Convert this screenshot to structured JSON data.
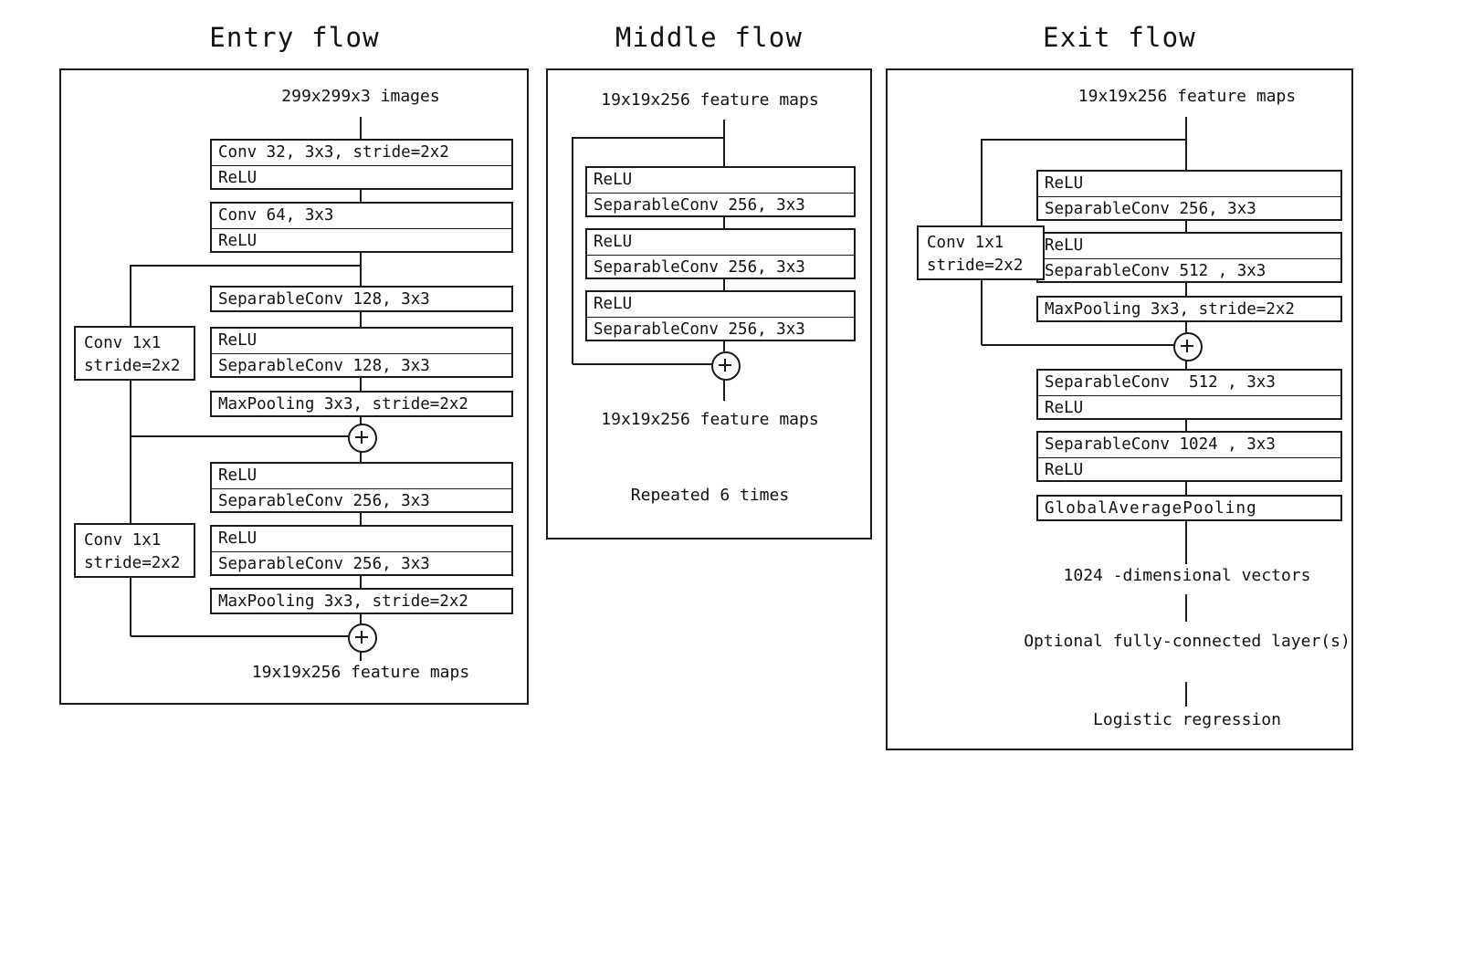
{
  "figure": {
    "type": "neural-network-architecture-diagram",
    "title": "Xception architecture"
  },
  "flows": [
    {
      "id": "entry",
      "title": "Entry flow",
      "input_label": "299x299x3 images",
      "output_label": "19x19x256 feature maps",
      "blocks": [
        {
          "id": "conv32",
          "rows": [
            "Conv 32, 3x3, stride=2x2",
            "ReLU"
          ]
        },
        {
          "id": "conv64",
          "rows": [
            "Conv 64, 3x3",
            "ReLU"
          ]
        },
        {
          "id": "sep128a",
          "rows": [
            "SeparableConv 128, 3x3"
          ]
        },
        {
          "id": "sep128b",
          "rows": [
            "ReLU",
            "SeparableConv 128, 3x3"
          ]
        },
        {
          "id": "maxpool1",
          "rows": [
            "MaxPooling 3x3, stride=2x2"
          ]
        },
        {
          "id": "sep256a",
          "rows": [
            "ReLU",
            "SeparableConv 256, 3x3"
          ]
        },
        {
          "id": "sep256b",
          "rows": [
            "ReLU",
            "SeparableConv 256, 3x3"
          ]
        },
        {
          "id": "maxpool2",
          "rows": [
            "MaxPooling 3x3, stride=2x2"
          ]
        }
      ],
      "residuals": [
        {
          "id": "res1",
          "line1": "Conv 1x1",
          "line2": "stride=2x2",
          "op": "+"
        },
        {
          "id": "res2",
          "line1": "Conv 1x1",
          "line2": "stride=2x2",
          "op": "+"
        }
      ]
    },
    {
      "id": "middle",
      "title": "Middle flow",
      "input_label": "19x19x256 feature maps",
      "output_label": "19x19x256 feature maps",
      "repeat_label": "Repeated 6 times",
      "blocks": [
        {
          "id": "msep1",
          "rows": [
            "ReLU",
            "SeparableConv 256, 3x3"
          ]
        },
        {
          "id": "msep2",
          "rows": [
            "ReLU",
            "SeparableConv 256, 3x3"
          ]
        },
        {
          "id": "msep3",
          "rows": [
            "ReLU",
            "SeparableConv 256, 3x3"
          ]
        }
      ],
      "residuals": [
        {
          "id": "mres",
          "op": "+"
        }
      ]
    },
    {
      "id": "exit",
      "title": "Exit flow",
      "input_label": "19x19x256 feature maps",
      "blocks": [
        {
          "id": "xsep256",
          "rows": [
            "ReLU",
            "SeparableConv 256, 3x3"
          ]
        },
        {
          "id": "xsep512",
          "rows": [
            "ReLU",
            "SeparableConv 512 , 3x3"
          ]
        },
        {
          "id": "xmaxpool",
          "rows": [
            "MaxPooling 3x3, stride=2x2"
          ]
        },
        {
          "id": "xsep512b",
          "rows": [
            "SeparableConv  512 , 3x3",
            "ReLU"
          ]
        },
        {
          "id": "xsep1024",
          "rows": [
            "SeparableConv 1024 , 3x3",
            "ReLU"
          ]
        },
        {
          "id": "xgap",
          "rows": [
            "GlobalAveragePooling"
          ]
        }
      ],
      "residuals": [
        {
          "id": "xres",
          "line1": "Conv 1x1",
          "line2": "stride=2x2",
          "op": "+"
        }
      ],
      "tail": [
        "1024 -dimensional vectors",
        "Optional fully-connected\nlayer(s)",
        "Logistic regression"
      ]
    }
  ]
}
